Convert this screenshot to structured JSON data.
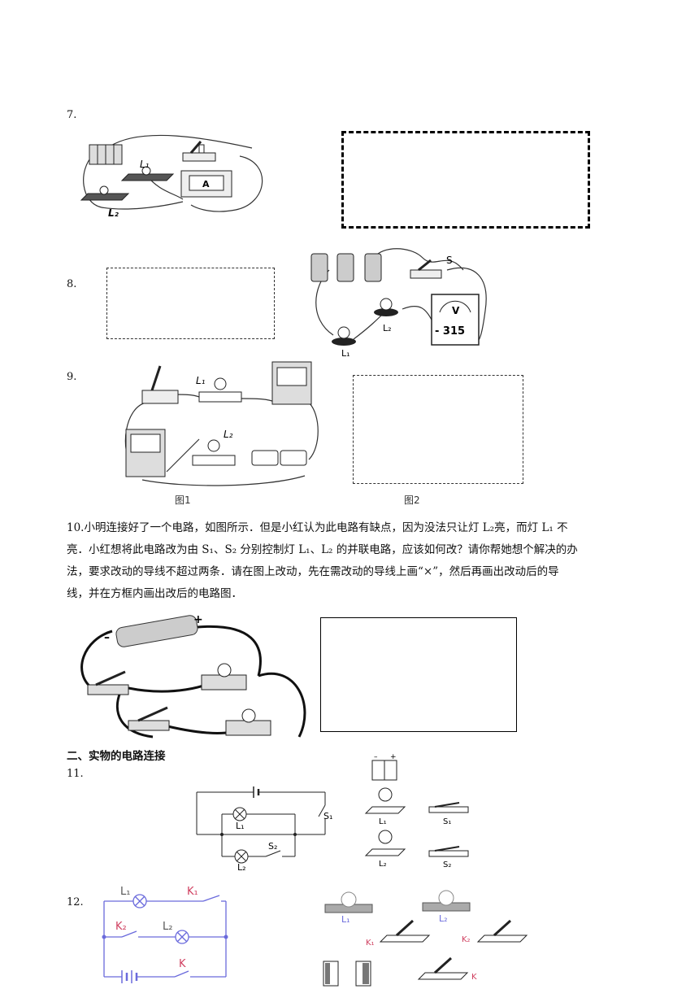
{
  "questions": {
    "q7": {
      "number": "7."
    },
    "q8": {
      "number": "8."
    },
    "q9": {
      "number": "9.",
      "fig1": "图1",
      "fig2": "图2"
    },
    "q10": {
      "number": "10.",
      "text_line1": "小明连接好了一个电路，如图所示．但是小红认为此电路有缺点，因为没法只让灯 L₂亮，而灯 L₁ 不",
      "text_line2": "亮．小红想将此电路改为由 S₁、S₂ 分别控制灯 L₁、L₂ 的并联电路，应该如何改？请你帮她想个解决的办",
      "text_line3": "法，要求改动的导线不超过两条．请在图上改动，先在需改动的导线上画“×”，然后再画出改动后的导",
      "text_line4": "线，并在方框内画出改后的电路图．"
    },
    "q11": {
      "number": "11."
    },
    "q12": {
      "number": "12."
    }
  },
  "section_title": "二、实物的电路连接",
  "labels": {
    "L1": "L₁",
    "L2": "L₂",
    "S": "S",
    "S1": "S₁",
    "S2": "S₂",
    "K": "K",
    "K1": "K₁",
    "K2": "K₂",
    "ammeter": "A",
    "voltmeter": "V",
    "volt_scale": "- 315",
    "minus": "–",
    "plus": "+"
  }
}
